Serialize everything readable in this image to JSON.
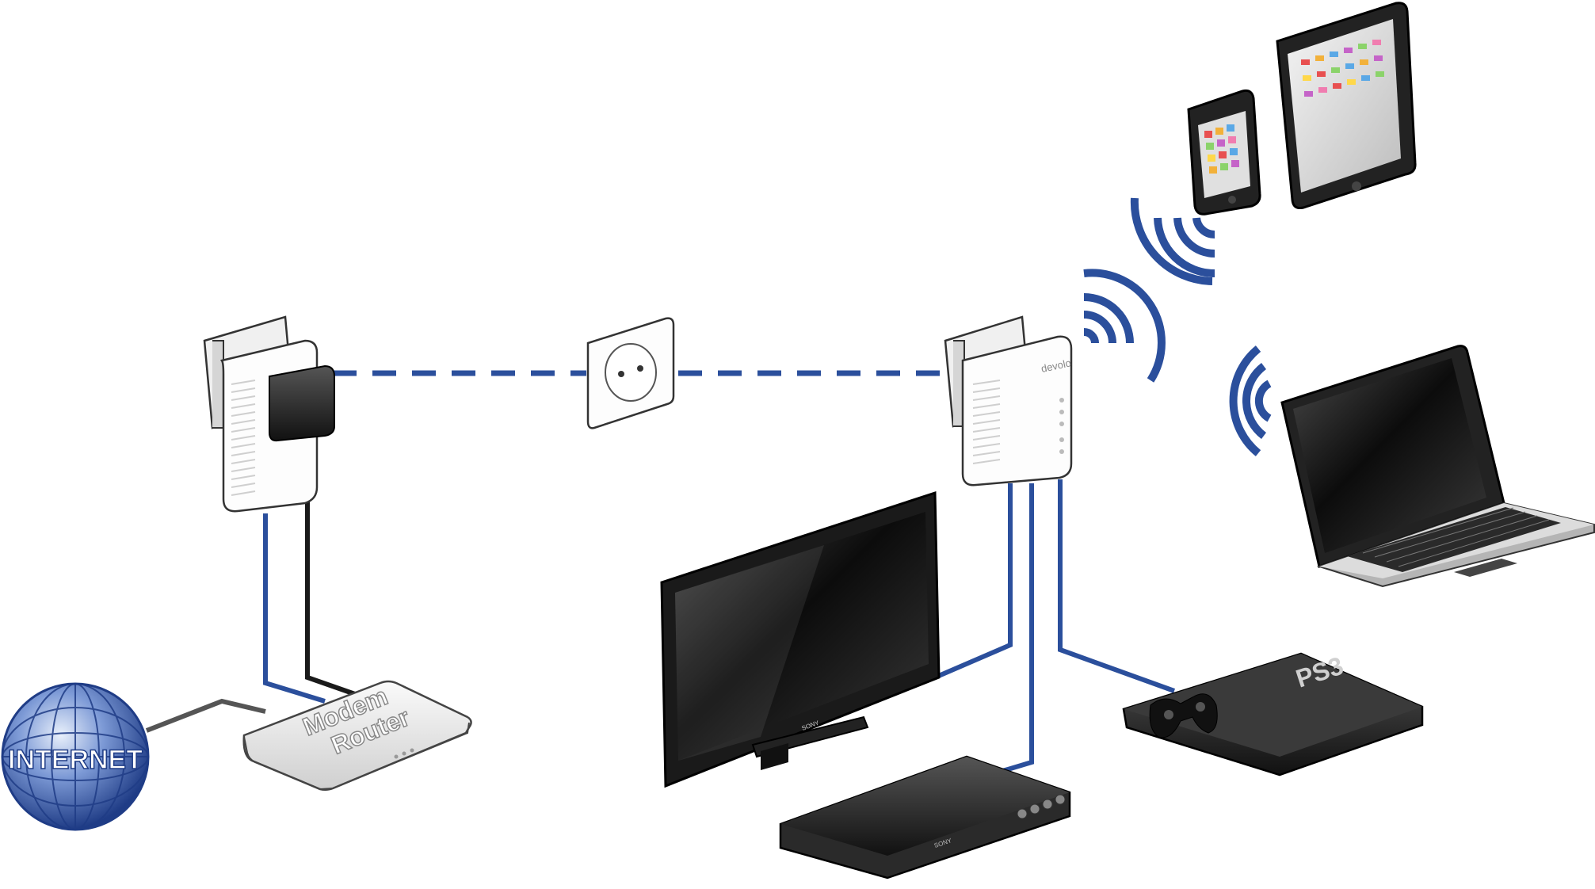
{
  "labels": {
    "internet": "INTERNET",
    "modem_router": [
      "Modem",
      "Router"
    ],
    "tv_brand": "SONY",
    "player_brand": "SONY",
    "console_logo": "PS3",
    "adapter_brand": "devolo"
  },
  "colors": {
    "ethernet": "#2b4f9c",
    "powerline": "#2b4f9c",
    "wifi": "#2b4f9c",
    "black_cable": "#1a1a1a",
    "gray_cable": "#555555",
    "globe": "#3c5fae"
  },
  "icons": {
    "globe": "globe-icon",
    "wall_socket": "wall-socket-icon",
    "wifi": "wifi-signal-icon"
  }
}
